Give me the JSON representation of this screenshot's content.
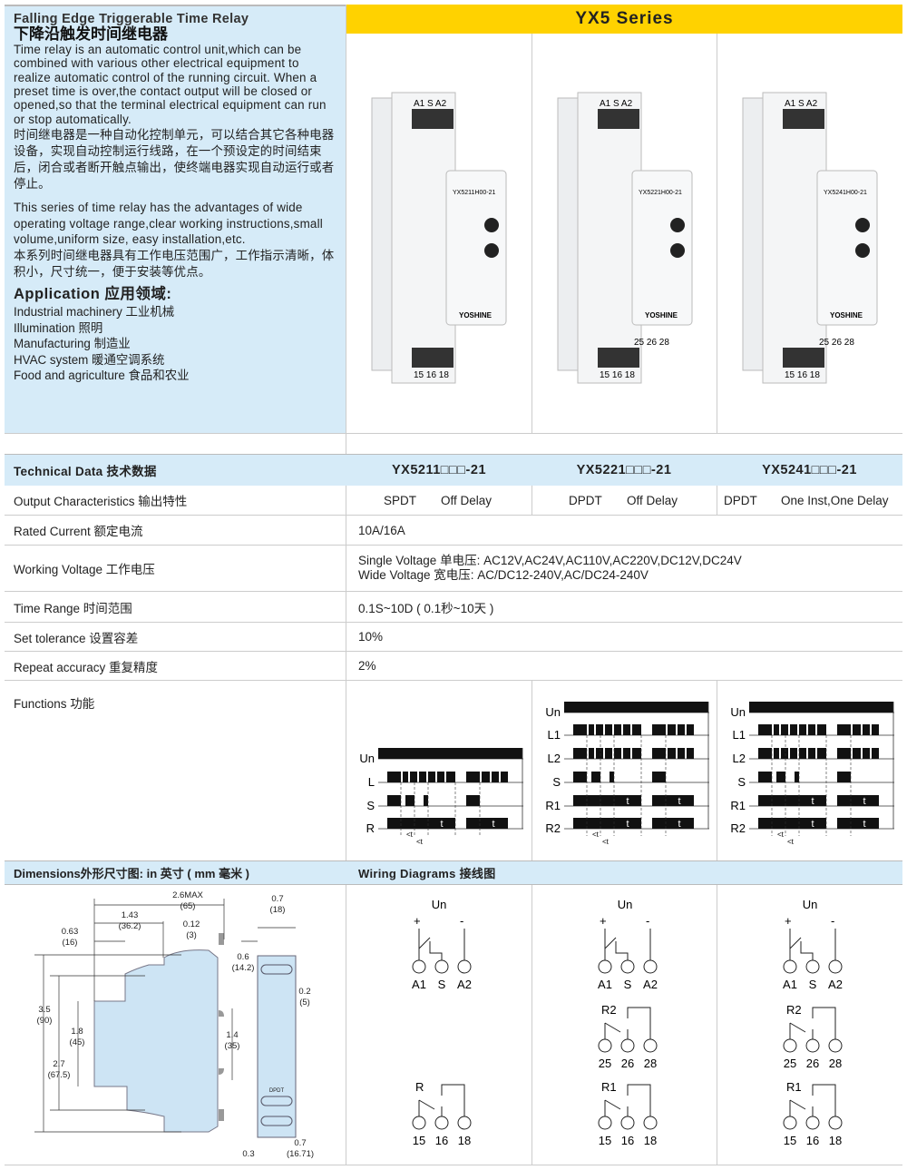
{
  "intro": {
    "title_en": "Falling Edge Triggerable Time Relay",
    "title_cn": "下降沿触发时间继电器",
    "desc_en": "Time relay is an automatic control unit,which can be combined with various other electrical equipment to realize automatic control of the running circuit. When a preset time is over,the contact output will be closed or opened,so that the terminal electrical equipment can run or stop automatically.",
    "desc_cn": "时间继电器是一种自动化控制单元，可以结合其它各种电器设备，实现自动控制运行线路，在一个预设定的时间结束后，闭合或者断开触点输出，使终端电器实现自动运行或者停止。",
    "adv_en": "This series of time relay has the advantages of wide operating voltage range,clear working instructions,small volume,uniform size, easy installation,etc.",
    "adv_cn": "本系列时间继电器具有工作电压范围广，工作指示清晰，体积小，尺寸统一，便于安装等优点。",
    "application_title": "Application 应用领域:",
    "applications": [
      "Industrial machinery 工业机械",
      "Illumination 照明",
      "Manufacturing 制造业",
      "HVAC system 暖通空调系统",
      "Food and agriculture 食品和农业"
    ]
  },
  "series_title": "YX5 Series",
  "products": [
    {
      "model_label": "YX5211H00-21",
      "brand": "YOSHINE",
      "terminals_top": "A1 S A2",
      "terminals_bottom": "15 16 18",
      "terminals_mid": ""
    },
    {
      "model_label": "YX5221H00-21",
      "brand": "YOSHINE",
      "terminals_top": "A1 S A2",
      "terminals_bottom": "15 16 18",
      "terminals_mid": "25 26 28"
    },
    {
      "model_label": "YX5241H00-21",
      "brand": "YOSHINE",
      "terminals_top": "A1 S A2",
      "terminals_bottom": "15 16 18",
      "terminals_mid": "25 26 28"
    }
  ],
  "table": {
    "header": {
      "label": "Technical Data 技术数据",
      "models": [
        "YX5211□□□-21",
        "YX5221□□□-21",
        "YX5241□□□-21"
      ]
    },
    "output": {
      "label": "Output Characteristics 输出特性",
      "values": [
        [
          "SPDT",
          "Off Delay"
        ],
        [
          "DPDT",
          "Off Delay"
        ],
        [
          "DPDT",
          "One Inst,One Delay"
        ]
      ]
    },
    "rated_current": {
      "label": "Rated Current 额定电流",
      "value": "10A/16A"
    },
    "working_voltage": {
      "label": "Working Voltage 工作电压",
      "single": "Single Voltage 单电压: AC12V,AC24V,AC110V,AC220V,DC12V,DC24V",
      "wide": "Wide Voltage 宽电压: AC/DC12-240V,AC/DC24-240V"
    },
    "time_range": {
      "label": "Time Range 时间范围",
      "value": "0.1S~10D ( 0.1秒~10天 )"
    },
    "set_tolerance": {
      "label": "Set tolerance 设置容差",
      "value": "10%"
    },
    "repeat_accuracy": {
      "label": "Repeat accuracy 重复精度",
      "value": "2%"
    },
    "functions": {
      "label": "Functions 功能",
      "diagram1": {
        "signals": [
          "Un",
          "L",
          "S",
          "R"
        ],
        "t": "t",
        "lt": "<t"
      },
      "diagram2": {
        "signals": [
          "Un",
          "L1",
          "L2",
          "S",
          "R1",
          "R2"
        ],
        "t": "t",
        "lt": "<t"
      },
      "diagram3": {
        "signals": [
          "Un",
          "L1",
          "L2",
          "S",
          "R1",
          "R2"
        ],
        "t": "t",
        "lt": "<t"
      }
    }
  },
  "dimensions": {
    "title": "Dimensions外形尺寸图: in 英寸 ( mm 毫米 )",
    "labels": {
      "w_max": "2.6MAX",
      "w_max_mm": "(65)",
      "d143": "1.43",
      "d143_mm": "(36.2)",
      "d063": "0.63",
      "d063_mm": "(16)",
      "d012": "0.12",
      "d012_mm": "(3)",
      "h35": "3.5",
      "h35_mm": "(90)",
      "h18": "1.8",
      "h18_mm": "(45)",
      "h27": "2.7",
      "h27_mm": "(67.5)",
      "h14": "1.4",
      "h14_mm": "(35)",
      "w07": "0.7",
      "w07_mm": "(18)",
      "d06": "0.6",
      "d06_mm": "(14.2)",
      "d02": "0.2",
      "d02_mm": "(5)",
      "b07": "0.7",
      "b07_mm": "(16.71)",
      "b03": "0.3",
      "dpdt": "DPDT"
    }
  },
  "wiring": {
    "title": "Wiring Diagrams 接线图",
    "supply": {
      "label": "Un",
      "plus": "+",
      "minus": "-",
      "terminals": [
        "A1",
        "S",
        "A2"
      ]
    },
    "relay_r": {
      "label": "R",
      "terminals": [
        "15",
        "16",
        "18"
      ]
    },
    "relay_r1": {
      "label": "R1",
      "terminals": [
        "15",
        "16",
        "18"
      ]
    },
    "relay_r2": {
      "label": "R2",
      "terminals": [
        "25",
        "26",
        "28"
      ]
    }
  },
  "colors": {
    "accent_yellow": "#ffd200",
    "panel_blue": "#d6ebf8",
    "grid": "#cccccc"
  }
}
